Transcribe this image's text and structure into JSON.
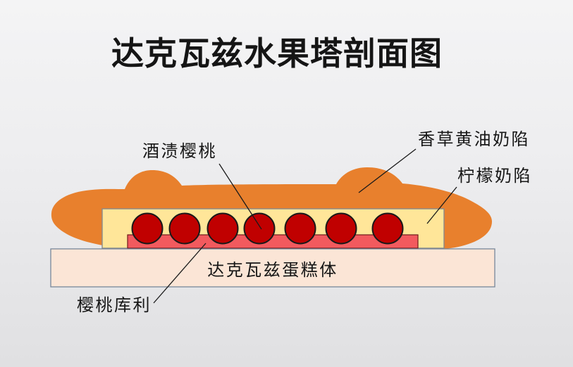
{
  "title": "达克瓦兹水果塔剖面图",
  "labels": {
    "soaked_cherries": "酒渍樱桃",
    "vanilla_butter_cream": "香草黄油奶陷",
    "lemon_cream": "柠檬奶陷",
    "dacquoise_cake_body": "达克瓦兹蛋糕体",
    "cherry_coulis": "樱桃库利"
  },
  "colors": {
    "vanilla_cream_fill": "#E8802D",
    "lemon_cream_fill": "#FFE699",
    "lemon_cream_border": "#8A8A8A",
    "cherry_fill": "#C00000",
    "cherry_outline": "#1A1A1A",
    "coulis_fill": "#F25A5E",
    "coulis_border": "#6D1A1A",
    "cake_fill": "#FBE5D6",
    "cake_border": "#77869A",
    "leader_line": "#1A1A1A",
    "background_top": "#F4F4F5",
    "background_bottom": "#E0E0E2",
    "text": "#161616"
  }
}
